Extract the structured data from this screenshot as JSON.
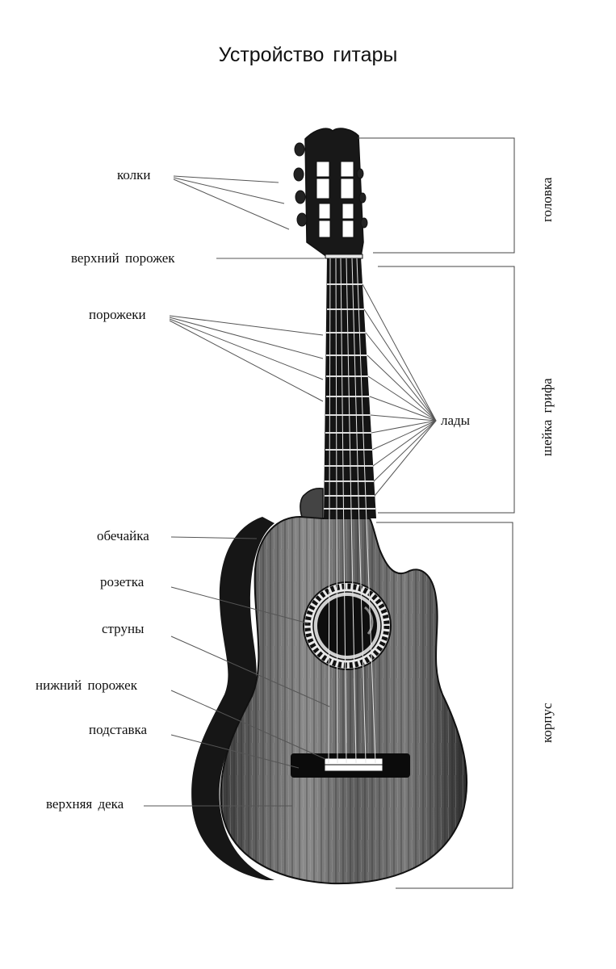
{
  "title": "Устройство гитары",
  "labels": {
    "kolki": "колки",
    "verkhniy_porozhek": "верхний порожек",
    "porozheki": "порожеки",
    "lady": "лады",
    "obechayka": "обечайка",
    "rozetka": "розетка",
    "struny": "струны",
    "nizhniy_porozhek": "нижний порожек",
    "podstavka": "подставка",
    "verkhnyaya_deka": "верхняя дека"
  },
  "sections": {
    "golovka": "головка",
    "sheyka_grifa": "шейка грифа",
    "korpus": "корпус"
  }
}
